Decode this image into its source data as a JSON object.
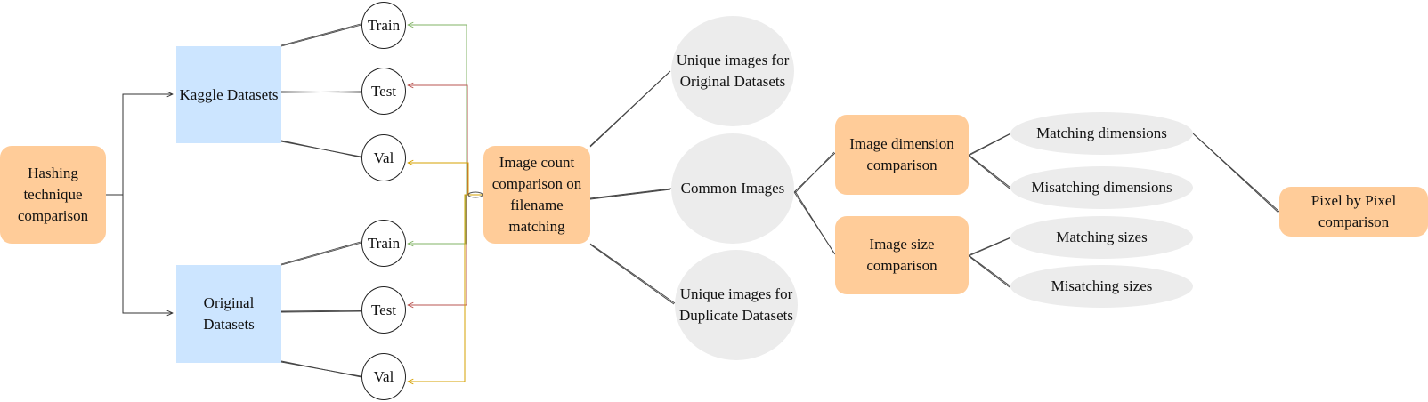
{
  "colors": {
    "process_fill": "#ffcc99",
    "dataset_fill": "#cce5ff",
    "outcome_fill": "#ececec",
    "split_border": "#222222",
    "edge_default": "#333333",
    "edge_train": "#82b366",
    "edge_test": "#b85450",
    "edge_val": "#d6a000"
  },
  "nodes": {
    "hashing": "Hashing technique comparison",
    "kaggle": "Kaggle Datasets",
    "original": "Original Datasets",
    "kaggle_train": "Train",
    "kaggle_test": "Test",
    "kaggle_val": "Val",
    "original_train": "Train",
    "original_test": "Test",
    "original_val": "Val",
    "count_comparison": "Image count comparison on filename matching",
    "unique_original": "Unique images for Original Datasets",
    "common": "Common Images",
    "unique_duplicate": "Unique images for Duplicate Datasets",
    "dimension_comparison": "Image dimension comparison",
    "size_comparison": "Image size comparison",
    "matching_dimensions": "Matching dimensions",
    "misatching_dimensions": "Misatching dimensions",
    "matching_sizes": "Matching sizes",
    "misatching_sizes": "Misatching sizes",
    "pixel_comparison": "Pixel by Pixel comparison"
  }
}
